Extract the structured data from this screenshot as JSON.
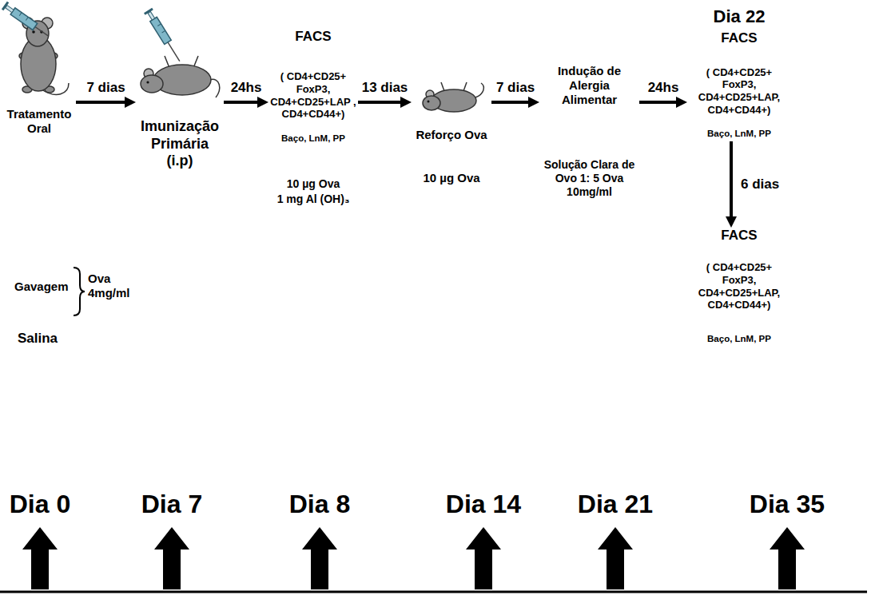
{
  "diagram": {
    "nodes": [
      {
        "text": [
          "Tratamento Oral"
        ]
      },
      {
        "text": [
          "Imunização Primária (i.p)"
        ]
      },
      {
        "text": [
          "FACS",
          "( CD4+CD25+ FoxP3, CD4+CD25+LAP , CD4+CD44+)",
          "Baço, LnM, PP"
        ]
      },
      {
        "text": [
          "Reforço Ova",
          "10 µg Ova"
        ]
      },
      {
        "text": [
          "Indução de Alergia Alimentar",
          "Solução Clara de Ovo 1: 5 Ova 10mg/ml"
        ]
      },
      {
        "text": [
          "Dia 22",
          "FACS",
          "( CD4+CD25+ FoxP3, CD4+CD25+LAP, CD4+CD44+)",
          "Baço, LnM, PP"
        ]
      },
      {
        "text": [
          "FACS",
          "( CD4+CD25+ FoxP3, CD4+CD25+LAP, CD4+CD44+)",
          "Baço, LnM, PP"
        ]
      }
    ],
    "edges": [
      {
        "from": 0,
        "to": 1,
        "label": "7 dias",
        "arrow": "to"
      },
      {
        "from": 1,
        "to": 2,
        "label": "24hs",
        "arrow": "to"
      },
      {
        "from": 2,
        "to": 3,
        "label": "13 dias",
        "arrow": "to"
      },
      {
        "from": 3,
        "to": 4,
        "label": "7 dias",
        "arrow": "to"
      },
      {
        "from": 4,
        "to": 5,
        "label": "24hs",
        "arrow": "to"
      },
      {
        "from": 5,
        "to": 6,
        "label": "6 dias",
        "arrow": "to"
      }
    ],
    "labels": [
      "Gavagem",
      "Ova 4mg/ml",
      "Salina",
      "10 µg Ova",
      "1 mg Al (OH)₃",
      "Dia 0",
      "Dia 7",
      "Dia 8",
      "Dia 14",
      "Dia 21",
      "Dia 35"
    ]
  }
}
